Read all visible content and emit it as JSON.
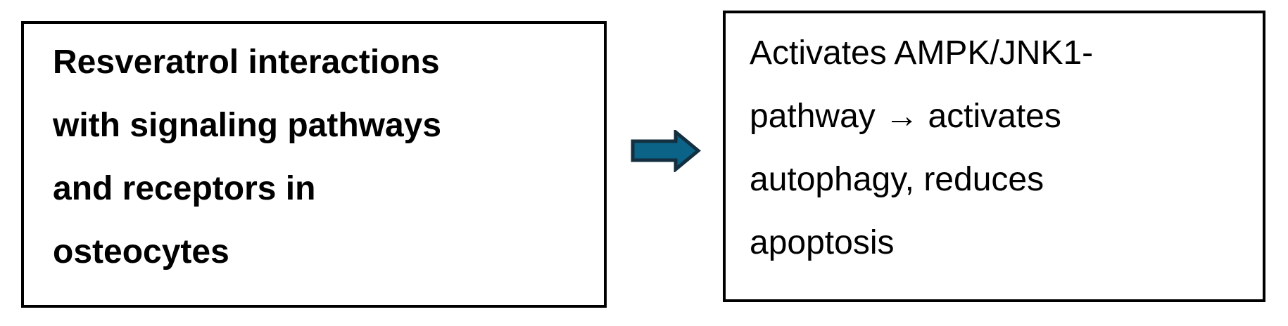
{
  "diagram": {
    "left_box": {
      "text": "Resveratrol interactions\nwith signaling pathways\nand receptors in\nosteocytes"
    },
    "right_box": {
      "text": "Activates AMPK/JNK1-\npathway → activates\nautophagy, reduces\napoptosis"
    },
    "arrow": {
      "direction": "right",
      "fill_color": "#0B6488",
      "border_color": "#132F40"
    },
    "colors": {
      "background": "#ffffff",
      "box_border": "#000000",
      "text": "#000000"
    }
  }
}
